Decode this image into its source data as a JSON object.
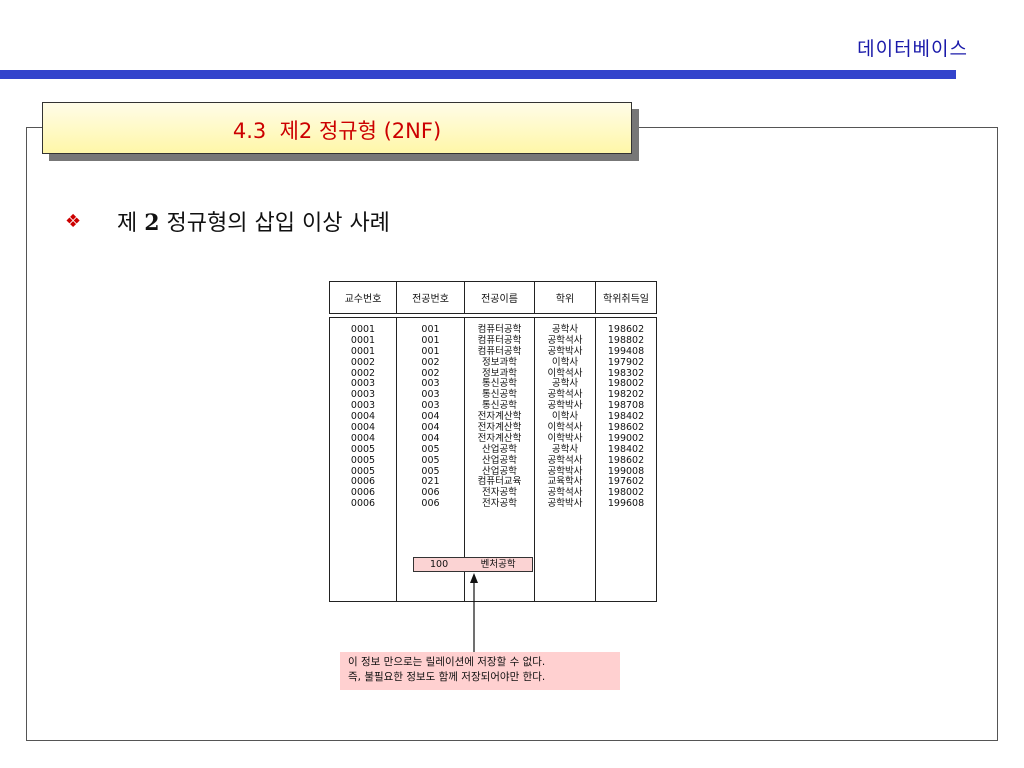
{
  "header": {
    "brand": "데이터베이스"
  },
  "slide": {
    "title": "4.3  제2 정규형 (2NF)",
    "bullet_icon": "diamond-bullet-icon",
    "bullet_prefix": "제 ",
    "bullet_number": "2",
    "bullet_suffix": " 정규형의 삽입 이상 사례"
  },
  "table": {
    "columns": [
      "교수번호",
      "전공번호",
      "전공이름",
      "학위",
      "학위취득일"
    ],
    "col_professor": [
      "0001",
      "0001",
      "0001",
      "0002",
      "0002",
      "0003",
      "0003",
      "0003",
      "0004",
      "0004",
      "0004",
      "0005",
      "0005",
      "0005",
      "0006",
      "0006",
      "0006"
    ],
    "col_major_no": [
      "001",
      "001",
      "001",
      "002",
      "002",
      "003",
      "003",
      "003",
      "004",
      "004",
      "004",
      "005",
      "005",
      "005",
      "021",
      "006",
      "006"
    ],
    "col_major_name": [
      "컴퓨터공학",
      "컴퓨터공학",
      "컴퓨터공학",
      "정보과학",
      "정보과학",
      "통신공학",
      "통신공학",
      "통신공학",
      "전자계산학",
      "전자계산학",
      "전자계산학",
      "산업공학",
      "산업공학",
      "산업공학",
      "컴퓨터교육",
      "전자공학",
      "전자공학"
    ],
    "col_degree": [
      "공학사",
      "공학석사",
      "공학박사",
      "이학사",
      "이학석사",
      "공학사",
      "공학석사",
      "공학박사",
      "이학사",
      "이학석사",
      "이학박사",
      "공학사",
      "공학석사",
      "공학박사",
      "교육학사",
      "공학석사",
      "공학박사"
    ],
    "col_date": [
      "198602",
      "198802",
      "199408",
      "197902",
      "198302",
      "198002",
      "198202",
      "198708",
      "198402",
      "198602",
      "199002",
      "198402",
      "198602",
      "199008",
      "197602",
      "198002",
      "199608"
    ],
    "highlight_row": {
      "major_no": "100",
      "major_name": "벤처공학"
    }
  },
  "note": {
    "line1": "이 정보 만으로는 릴레이션에 저장할 수 없다.",
    "line2": "즉, 불필요한 정보도 함께 저장되어야만 한다."
  },
  "colors": {
    "title_text": "#cc0000",
    "topbar": "#3344cc",
    "highlight": "#fbd3d3",
    "note_bg": "#ffd0d0"
  }
}
